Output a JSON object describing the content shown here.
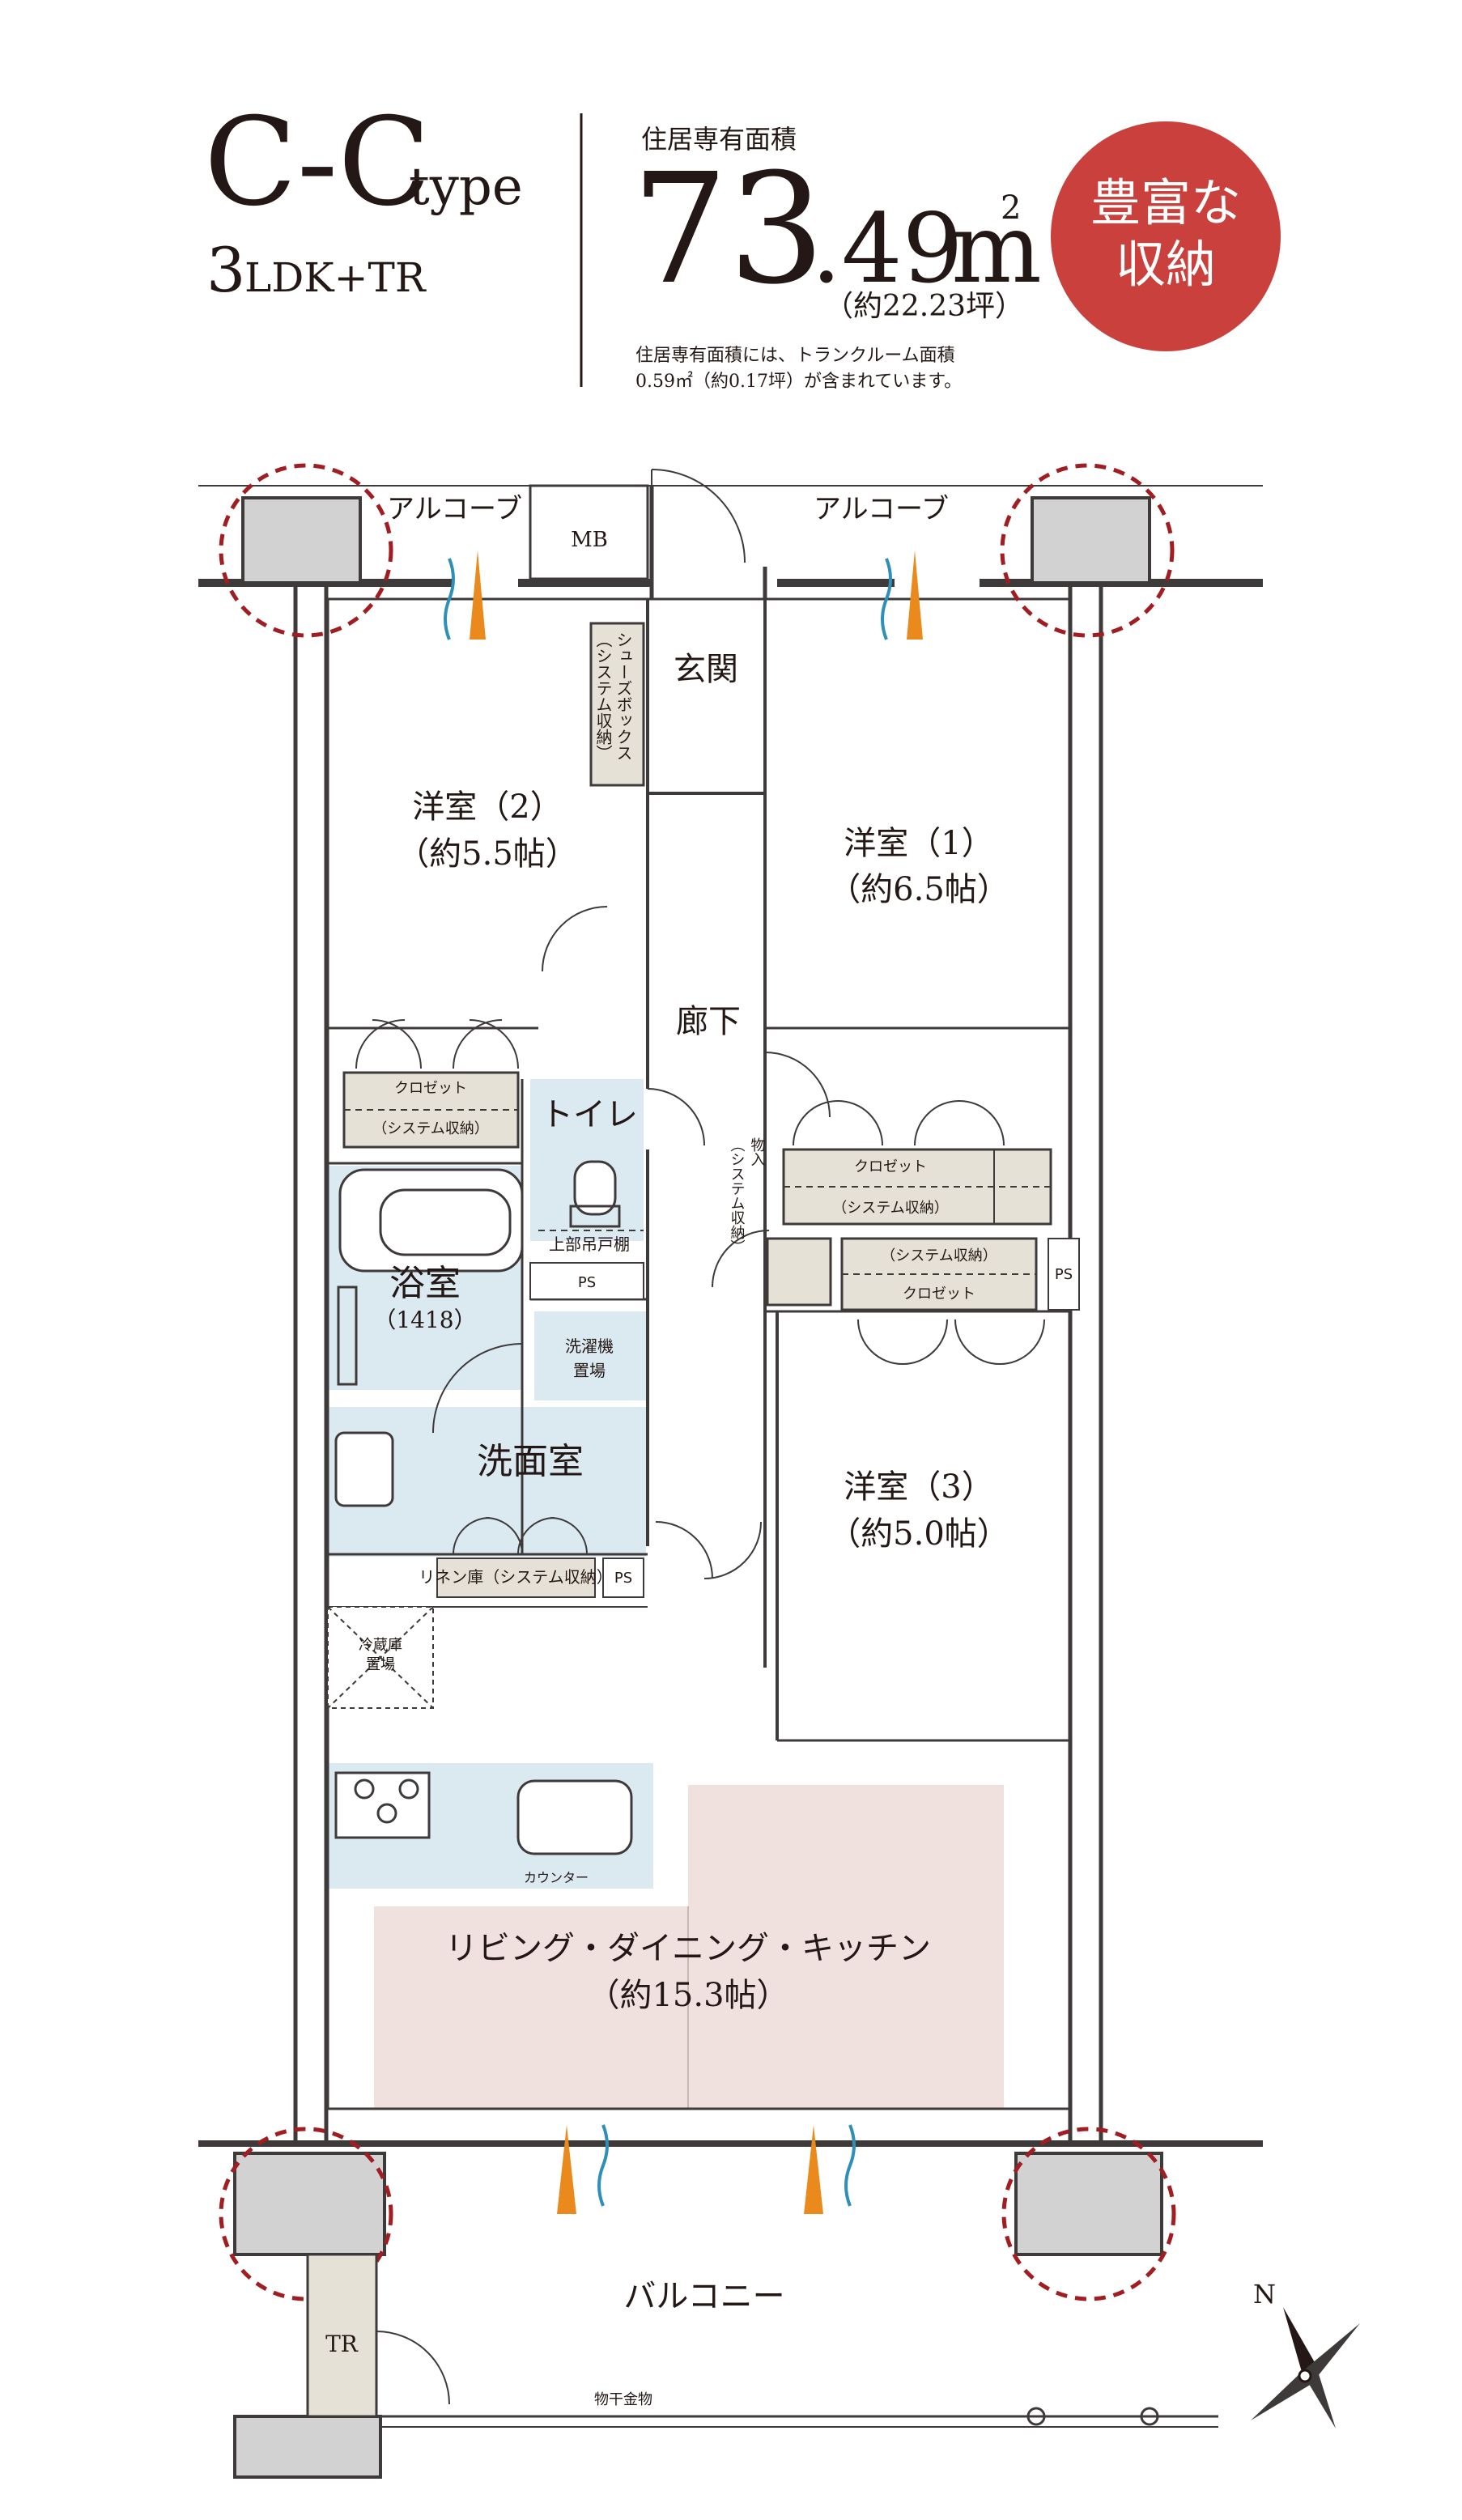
{
  "header": {
    "type_main": "C-C",
    "type_suffix": "type",
    "layout_num": "3",
    "layout_code": "LDK+TR",
    "area_label": "住居専有面積",
    "area_int": "73",
    "area_dec": ".49",
    "area_unit": "m",
    "area_unit_sup": "2",
    "area_tsubo": "（約22.23坪）",
    "note_line1": "住居専有面積には、トランクルーム面積",
    "note_line2": "0.59㎡（約0.17坪）が含まれています。",
    "badge_line1": "豊富な",
    "badge_line2": "収納"
  },
  "rooms": {
    "alcove_left": "アルコーブ",
    "alcove_right": "アルコーブ",
    "mb": "MB",
    "genkan": "玄関",
    "shoe_box_1": "シューズボックス",
    "shoe_box_2": "（システム収納）",
    "room2_name": "洋室（2）",
    "room2_size": "（約5.5帖）",
    "room1_name": "洋室（1）",
    "room1_size": "（約6.5帖）",
    "hall": "廊下",
    "closet2_name": "クロゼット",
    "closet2_sub": "（システム収納）",
    "toilet": "トイレ",
    "toilet_shelf": "上部吊戸棚",
    "storage_1": "物入",
    "storage_2": "（システム収納）",
    "closet1_name": "クロゼット",
    "closet1_sub": "（システム収納）",
    "closet3_sub": "（システム収納）",
    "closet3_name": "クロゼット",
    "ps_right": "PS",
    "bath": "浴室",
    "bath_size": "（1418）",
    "ps_bath": "PS",
    "washer_1": "洗濯機",
    "washer_2": "置場",
    "washroom": "洗面室",
    "linen": "リネン庫（システム収納）",
    "ps_wash": "PS",
    "fridge_1": "冷蔵庫",
    "fridge_2": "置場",
    "room3_name": "洋室（3）",
    "room3_size": "（約5.0帖）",
    "counter": "カウンター",
    "ldk_name": "リビング・ダイニング・キッチン",
    "ldk_size": "（約15.3帖）",
    "balcony": "バルコニー",
    "tr": "TR",
    "clothes_pole": "物干金物",
    "north": "N"
  },
  "colors": {
    "badge": "#c9403c",
    "wet_area": "#dbe9f1",
    "ldk_floor": "#f0e1df",
    "storage": "#e6e1d6",
    "pillar": "#d2d2d2",
    "wall": "#3e3a39",
    "circle": "#a11d21",
    "vent_orange": "#ea8a1c",
    "vent_blue": "#2f8fb8"
  }
}
